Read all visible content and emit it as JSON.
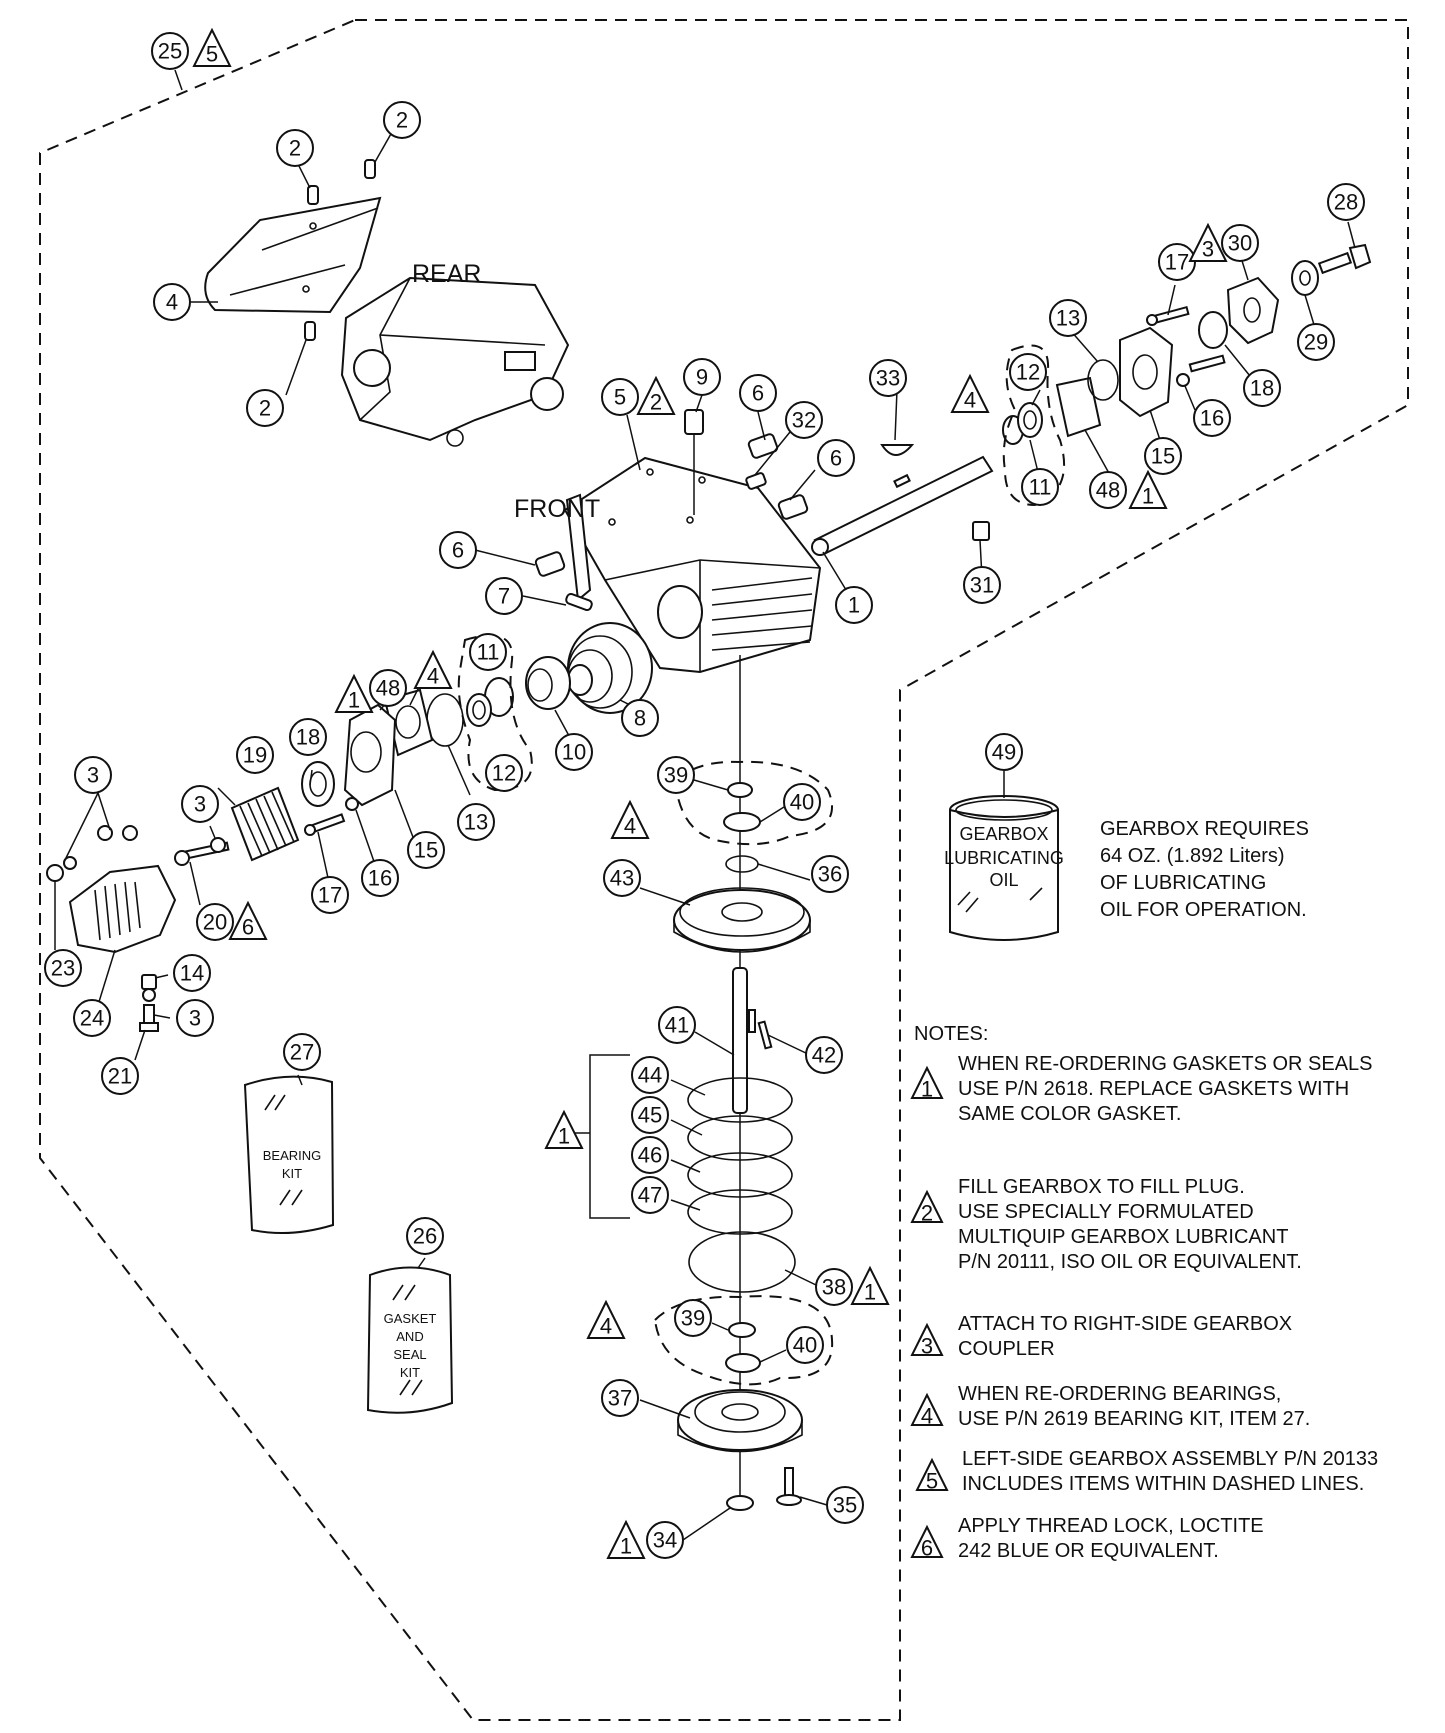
{
  "labels": {
    "rear": "REAR",
    "front": "FRONT"
  },
  "callouts": {
    "c25": "25",
    "c2a": "2",
    "c2b": "2",
    "c2c": "2",
    "c4": "4",
    "c5": "5",
    "c9": "9",
    "c6a": "6",
    "c32": "32",
    "c6b": "6",
    "c6c": "6",
    "c33": "33",
    "c1": "1",
    "c31": "31",
    "c7": "7",
    "c8": "8",
    "c10": "10",
    "c11a": "11",
    "c12a": "12",
    "c13a": "13",
    "c48a": "48",
    "c15a": "15",
    "c16a": "16",
    "c17a": "17",
    "c18a": "18",
    "c19": "19",
    "c20": "20",
    "c3a": "3",
    "c3b": "3",
    "c3c": "3",
    "c23": "23",
    "c24": "24",
    "c14": "14",
    "c21": "21",
    "c17b": "17",
    "c30": "30",
    "c28": "28",
    "c29": "29",
    "c18b": "18",
    "c16b": "16",
    "c15b": "15",
    "c13b": "13",
    "c12b": "12",
    "c11b": "11",
    "c48b": "48",
    "c39a": "39",
    "c40a": "40",
    "c36": "36",
    "c43": "43",
    "c41": "41",
    "c42": "42",
    "c44": "44",
    "c45": "45",
    "c46": "46",
    "c47": "47",
    "c38": "38",
    "c39b": "39",
    "c40b": "40",
    "c37": "37",
    "c35": "35",
    "c34": "34",
    "c27": "27",
    "c26": "26",
    "c49": "49"
  },
  "triangles": {
    "t25": "5",
    "t5": "2",
    "t4a": "4",
    "t1a": "1",
    "t6": "6",
    "t3": "3",
    "t4b": "4",
    "t1b": "1",
    "t4c": "4",
    "t1c": "1",
    "t1d": "1",
    "t4d": "4",
    "t1e": "1"
  },
  "oil_can": {
    "line1": "GEARBOX",
    "line2": "LUBRICATING",
    "line3": "OIL"
  },
  "oil_text": [
    "GEARBOX REQUIRES",
    "64 OZ.  (1.892 Liters)",
    "OF LUBRICATING",
    "OIL FOR OPERATION."
  ],
  "bearing_kit": [
    "BEARING",
    "KIT"
  ],
  "gasket_kit": [
    "GASKET",
    "AND",
    "SEAL",
    "KIT"
  ],
  "notes": {
    "title": "NOTES:",
    "items": [
      {
        "num": "1",
        "lines": [
          "WHEN RE-ORDERING GASKETS OR SEALS",
          "USE P/N 2618. REPLACE GASKETS WITH",
          "SAME COLOR GASKET."
        ]
      },
      {
        "num": "2",
        "lines": [
          "FILL GEARBOX TO FILL PLUG.",
          "USE SPECIALLY FORMULATED",
          "MULTIQUIP GEARBOX LUBRICANT",
          "P/N 20111, ISO OIL OR EQUIVALENT."
        ]
      },
      {
        "num": "3",
        "lines": [
          "ATTACH TO RIGHT-SIDE GEARBOX",
          "COUPLER"
        ]
      },
      {
        "num": "4",
        "lines": [
          "WHEN RE-ORDERING BEARINGS,",
          "USE P/N 2619 BEARING KIT, ITEM  27."
        ]
      },
      {
        "num": "5",
        "lines": [
          "LEFT-SIDE GEARBOX ASSEMBLY P/N 20133",
          "INCLUDES  ITEMS WITHIN DASHED LINES."
        ]
      },
      {
        "num": "6",
        "lines": [
          "APPLY THREAD LOCK, LOCTITE",
          "242 BLUE OR EQUIVALENT."
        ]
      }
    ]
  }
}
